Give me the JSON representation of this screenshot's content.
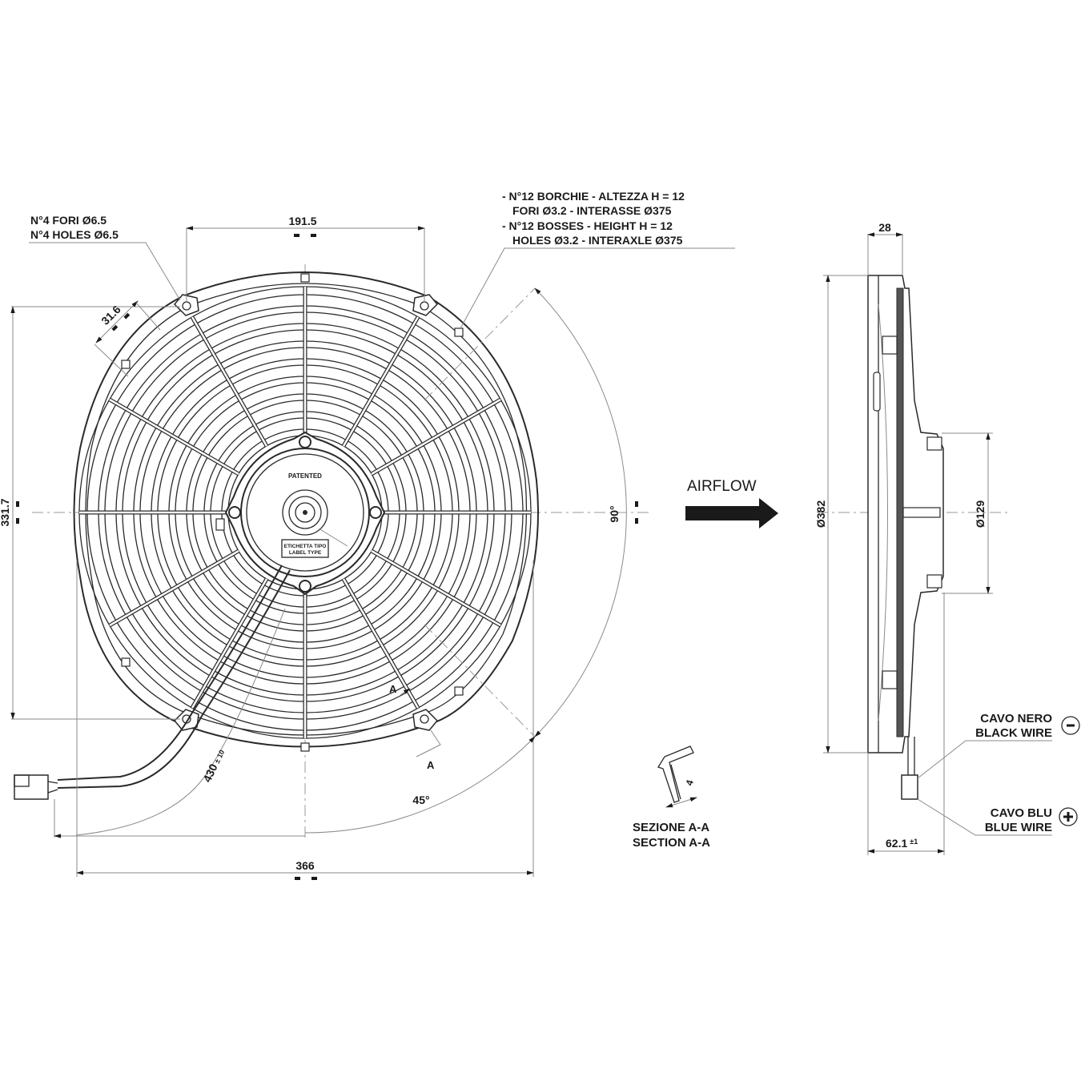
{
  "drawing": {
    "front_view": {
      "note_holes": [
        "N°4 FORI Ø6.5",
        "N°4 HOLES Ø6.5"
      ],
      "note_bosses": [
        "- N°12 BORCHIE - ALTEZZA H = 12",
        "FORI Ø3.2 - INTERASSE Ø375",
        "- N°12 BOSSES - HEIGHT H = 12",
        "HOLES Ø3.2 - INTERAXLE Ø375"
      ],
      "dim_top": "191.5",
      "dim_left": "331.7",
      "dim_bottom": "366",
      "dim_slot": "31.6",
      "dim_cable": "430",
      "dim_cable_tol": "± 10",
      "angle_90": "90°",
      "angle_45": "45°",
      "hub_text": "PATENTED",
      "label_box": [
        "ETICHETTA TIPO",
        "LABEL TYPE"
      ],
      "section_mark": "A"
    },
    "airflow": "AIRFLOW",
    "section": {
      "dim": "4",
      "mark": "A",
      "title": [
        "SEZIONE A-A",
        "SECTION A-A"
      ]
    },
    "side_view": {
      "dim_depth": "28",
      "dim_diameter": "Ø382",
      "dim_motor": "Ø129",
      "dim_total": "62.1",
      "dim_total_tol": "±1",
      "black_wire": [
        "CAVO NERO",
        "BLACK WIRE"
      ],
      "black_symbol": "-",
      "blue_wire": [
        "CAVO BLU",
        "BLUE WIRE"
      ],
      "blue_symbol": "+"
    }
  }
}
